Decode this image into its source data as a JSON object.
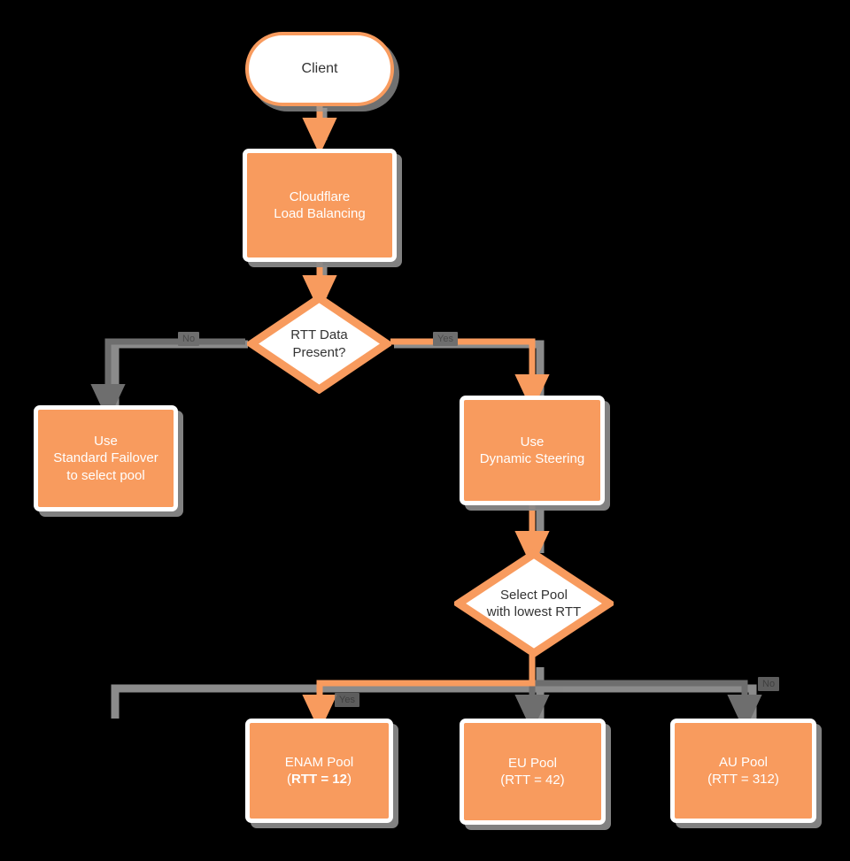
{
  "diagram": {
    "title": "Cloudflare Load Balancing dynamic steering decision flow",
    "type": "flowchart",
    "background_color": "#000000",
    "accent_color": "#F89B5E",
    "highlight_path_color": "#F89B5E",
    "default_edge_color": "#6E6E6E",
    "node_text_color": "#FFFFFF",
    "shape_text_color": "#333333"
  },
  "nodes": {
    "client": {
      "label": "Client",
      "shape": "stadium",
      "fill": "#FFFFFF",
      "stroke": "#F89B5E"
    },
    "load_balancing": {
      "line1": "Cloudflare",
      "line2": "Load Balancing",
      "shape": "rect",
      "fill": "#F89B5E"
    },
    "rtt_decision": {
      "line1": "RTT Data",
      "line2": "Present?",
      "shape": "diamond",
      "fill": "#FFFFFF",
      "stroke": "#F89B5E"
    },
    "standard_failover": {
      "line1": "Use",
      "line2": "Standard Failover",
      "line3": "to select pool",
      "shape": "rect",
      "fill": "#F89B5E"
    },
    "dynamic_steering": {
      "line1": "Use",
      "line2": "Dynamic Steering",
      "shape": "rect",
      "fill": "#F89B5E"
    },
    "select_pool": {
      "line1": "Select Pool",
      "line2": "with lowest RTT",
      "shape": "diamond",
      "fill": "#FFFFFF",
      "stroke": "#F89B5E"
    },
    "enam_pool": {
      "line1": "ENAM Pool",
      "rtt_prefix": "(",
      "rtt_value": "RTT = 12",
      "rtt_suffix": ")",
      "shape": "rect",
      "fill": "#F89B5E",
      "emphasis": "bold"
    },
    "eu_pool": {
      "line1": "EU Pool",
      "line2": "(RTT = 42)",
      "shape": "rect",
      "fill": "#F89B5E"
    },
    "au_pool": {
      "line1": "AU Pool",
      "line2": "(RTT = 312)",
      "shape": "rect",
      "fill": "#F89B5E"
    }
  },
  "edge_labels": {
    "rtt_no": "No",
    "rtt_yes": "Yes",
    "pick_enam": "Yes",
    "pick_au": "No"
  },
  "edges": [
    {
      "from": "client",
      "to": "load_balancing",
      "color": "#F89B5E",
      "label": ""
    },
    {
      "from": "load_balancing",
      "to": "rtt_decision",
      "color": "#F89B5E",
      "label": ""
    },
    {
      "from": "rtt_decision",
      "to": "standard_failover",
      "color": "#6E6E6E",
      "label": "No"
    },
    {
      "from": "rtt_decision",
      "to": "dynamic_steering",
      "color": "#F89B5E",
      "label": "Yes"
    },
    {
      "from": "dynamic_steering",
      "to": "select_pool",
      "color": "#F89B5E",
      "label": ""
    },
    {
      "from": "select_pool",
      "to": "enam_pool",
      "color": "#F89B5E",
      "label": "Yes"
    },
    {
      "from": "select_pool",
      "to": "eu_pool",
      "color": "#6E6E6E",
      "label": ""
    },
    {
      "from": "select_pool",
      "to": "au_pool",
      "color": "#6E6E6E",
      "label": "No"
    }
  ]
}
